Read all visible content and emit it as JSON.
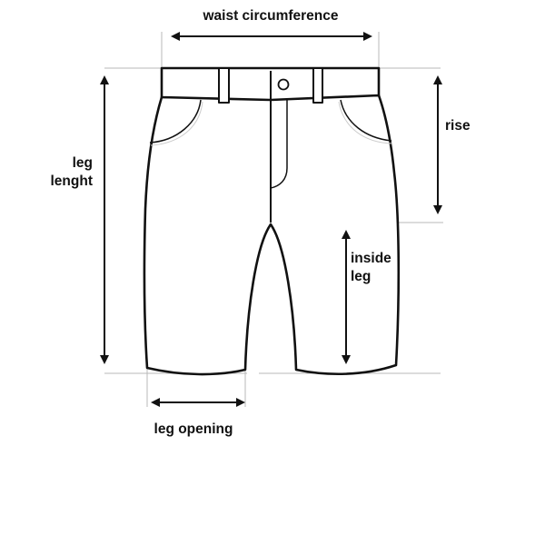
{
  "labels": {
    "waist": "waist circumference",
    "leg_length_line1": "leg",
    "leg_length_line2": "lenght",
    "rise": "rise",
    "inside_leg_line1": "inside",
    "inside_leg_line2": "leg",
    "leg_opening": "leg opening"
  }
}
